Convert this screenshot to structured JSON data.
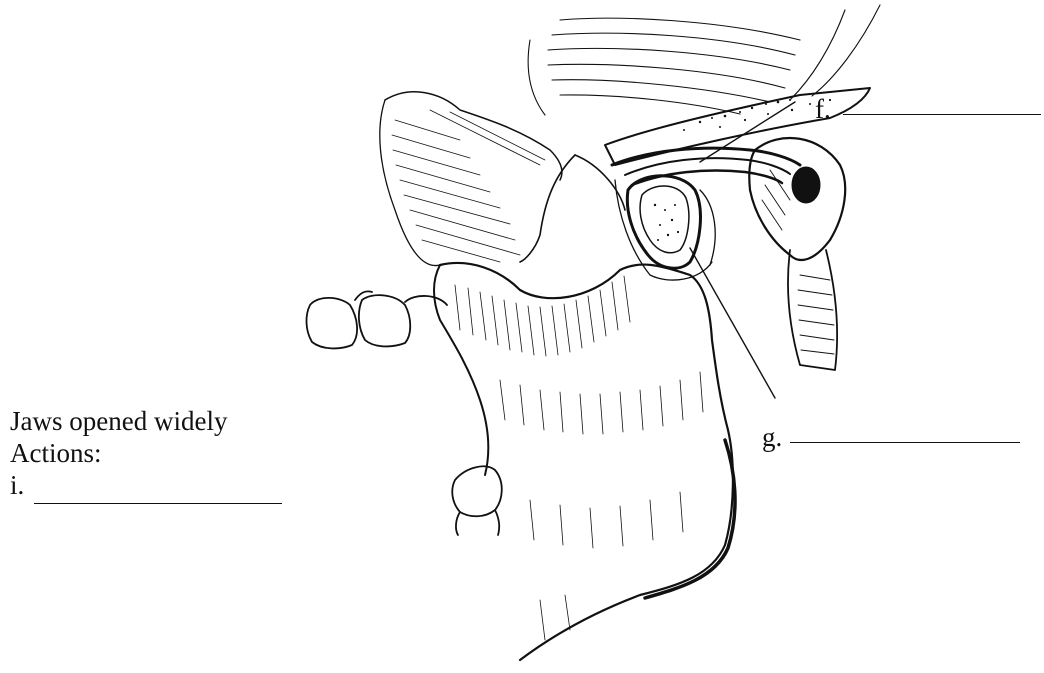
{
  "diagram": {
    "ink_color": "#111111",
    "background": "#ffffff",
    "labels": {
      "f": "f.",
      "g": "g.",
      "i": "i."
    },
    "caption": {
      "title": "Jaws opened widely",
      "subtitle": "Actions:"
    }
  }
}
